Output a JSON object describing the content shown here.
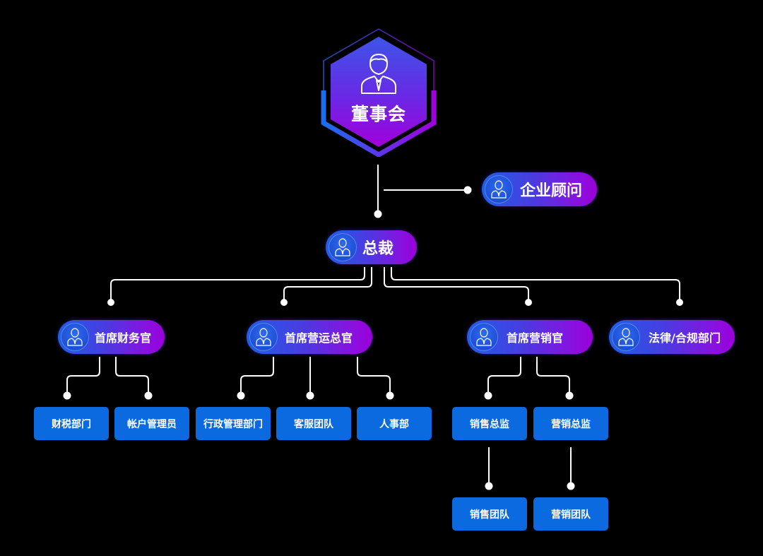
{
  "colors": {
    "background": "#000000",
    "pill_gradient_start": "#1f5fe6",
    "pill_gradient_end": "#9a00d8",
    "box": "#0b6ae0",
    "connector": "#ffffff"
  },
  "root": {
    "label": "董事会",
    "icon": "person-icon"
  },
  "advisor": {
    "label": "企业顾问",
    "icon": "person-icon"
  },
  "ceo": {
    "label": "总裁",
    "icon": "person-icon"
  },
  "executives": [
    {
      "label": "首席财务官",
      "icon": "person-icon",
      "departments": [
        {
          "label": "财税部门"
        },
        {
          "label": "帐户管理员"
        }
      ]
    },
    {
      "label": "首席营运总官",
      "icon": "person-icon",
      "departments": [
        {
          "label": "行政管理部门"
        },
        {
          "label": "客服团队"
        },
        {
          "label": "人事部"
        }
      ]
    },
    {
      "label": "首席营销官",
      "icon": "person-icon",
      "departments": [
        {
          "label": "销售总监",
          "children": [
            {
              "label": "销售团队"
            }
          ]
        },
        {
          "label": "营销总监",
          "children": [
            {
              "label": "营销团队"
            }
          ]
        }
      ]
    },
    {
      "label": "法律/合规部门",
      "icon": "person-icon",
      "departments": []
    }
  ]
}
